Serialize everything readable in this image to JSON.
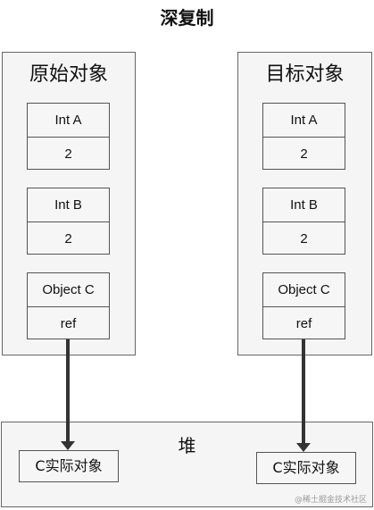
{
  "title": "深复制",
  "source": {
    "label": "原始对象",
    "fields": [
      {
        "name": "Int A",
        "value": "2"
      },
      {
        "name": "Int B",
        "value": "2"
      },
      {
        "name": "Object C",
        "value": "ref"
      }
    ]
  },
  "target": {
    "label": "目标对象",
    "fields": [
      {
        "name": "Int A",
        "value": "2"
      },
      {
        "name": "Int B",
        "value": "2"
      },
      {
        "name": "Object C",
        "value": "ref"
      }
    ]
  },
  "heap": {
    "label": "堆",
    "objects": [
      "C实际对象",
      "C实际对象"
    ]
  },
  "watermark": "@稀土掘金技术社区",
  "colors": {
    "arrow": "#333333",
    "border": "#555555",
    "panel_bg": "#f5f5f5"
  }
}
